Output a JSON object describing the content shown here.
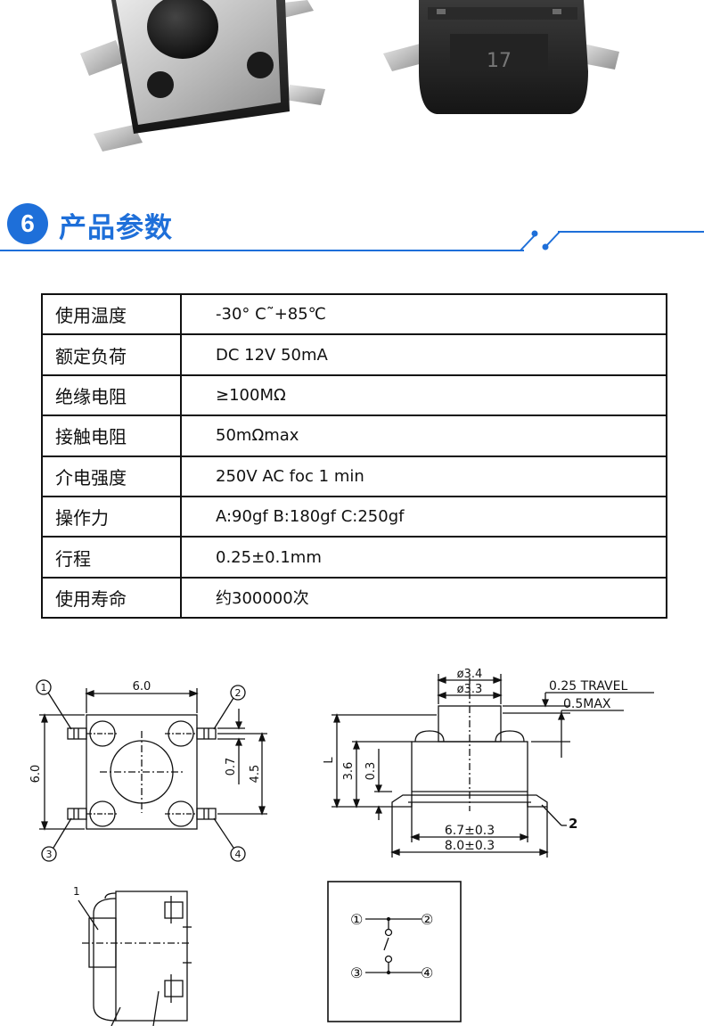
{
  "photo": {
    "part_marking": "17"
  },
  "section": {
    "number": "6",
    "title": "产品参数"
  },
  "specs": [
    {
      "label": "使用温度",
      "value": "-30° C˜+85℃"
    },
    {
      "label": "额定负荷",
      "value": "DC 12V 50mA"
    },
    {
      "label": "绝缘电阻",
      "value": "≥100MΩ"
    },
    {
      "label": "接触电阻",
      "value": "50mΩmax"
    },
    {
      "label": "介电强度",
      "value": "250V AC foc 1 min"
    },
    {
      "label": "操作力",
      "value": "A:90gf  B:180gf C:250gf"
    },
    {
      "label": "行程",
      "value": "0.25±0.1mm"
    },
    {
      "label": "使用寿命",
      "value": "约300000次"
    }
  ],
  "top_view": {
    "width_dim": "6.0",
    "height_dim": "6.0",
    "pin_pitch": "4.5",
    "pin_width": "0.7",
    "pin_1": "1",
    "pin_2": "2",
    "pin_3": "3",
    "pin_4": "4"
  },
  "side_view": {
    "actuator_outer": "ø3.4",
    "actuator_inner": "ø3.3",
    "travel": "0.25 TRAVEL",
    "max_stroke": "0.5MAX",
    "height_label": "L",
    "body_height": "3.6",
    "standoff": "0.3",
    "body_width": "6.7±0.3",
    "overall_width": "8.0±0.3",
    "callout": "2"
  },
  "end_view": {
    "callout": "1"
  },
  "schematic": {
    "pin_1": "①",
    "pin_2": "②",
    "pin_3": "③",
    "pin_4": "④"
  },
  "colors": {
    "accent": "#1e6fd9",
    "ink": "#111111"
  }
}
